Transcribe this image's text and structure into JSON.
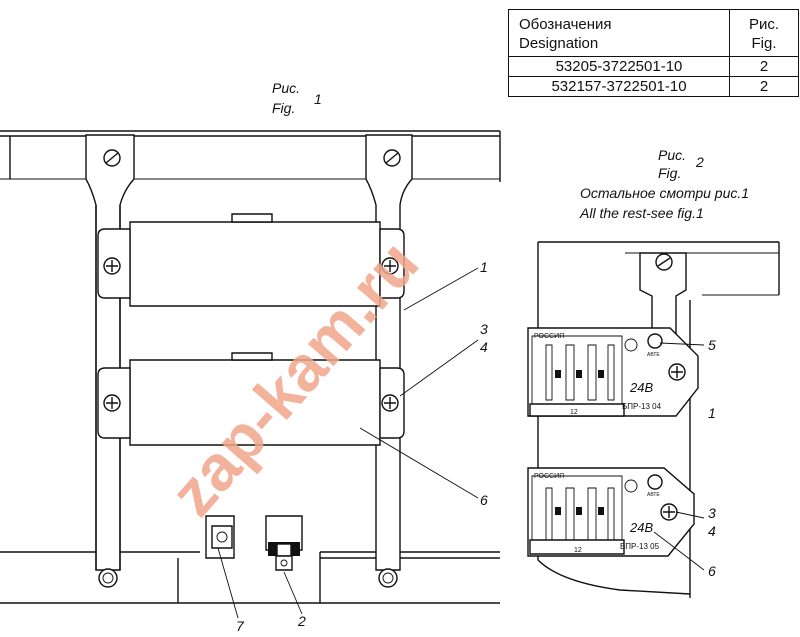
{
  "legend_table": {
    "header": {
      "designation_ru": "Обозначения",
      "designation_en": "Designation",
      "fig_ru": "Рис.",
      "fig_en": "Fig."
    },
    "rows": [
      {
        "designation": "53205-3722501-10",
        "fig": "2"
      },
      {
        "designation": "532157-3722501-10",
        "fig": "2"
      }
    ]
  },
  "figure1": {
    "caption_ru": "Рис.",
    "caption_en": "Fig.",
    "number": "1"
  },
  "figure2": {
    "caption_ru": "Рис.",
    "caption_en": "Fig.",
    "number": "2",
    "note_ru": "Остальное смотри рис.1",
    "note_en": "All the rest-see fig.1",
    "upper_block": {
      "brand": "РОССИЯ",
      "voltage": "24В",
      "model": "БПР-13 04",
      "slot": "12",
      "small": "АВТЕ"
    },
    "lower_block": {
      "brand": "РОССИЯ",
      "voltage": "24В",
      "model": "БПР-13 05",
      "slot": "12",
      "small": "АВТЕ"
    }
  },
  "callouts": {
    "fig1": [
      "1",
      "3",
      "4",
      "6",
      "7",
      "2"
    ],
    "fig2": [
      "5",
      "1",
      "3",
      "4",
      "6"
    ]
  },
  "watermark": "zap-kam.ru"
}
